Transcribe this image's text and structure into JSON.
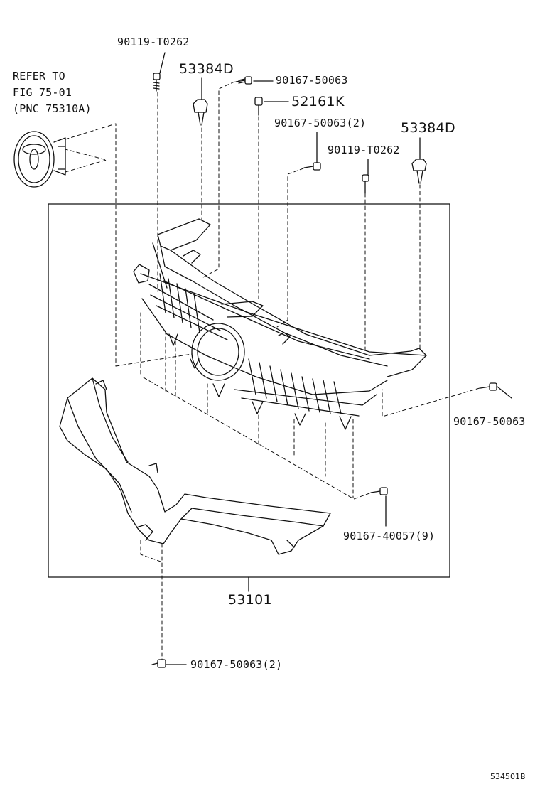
{
  "reference_note": {
    "line1": "REFER TO",
    "line2": "FIG 75-01",
    "line3": "(PNC 75310A)"
  },
  "parts": {
    "p_90119_top": "90119-T0262",
    "p_53384D_left": "53384D",
    "p_90167_top": "90167-50063",
    "p_52161K": "52161K",
    "p_90167_mid2": "90167-50063(2)",
    "p_53384D_right": "53384D",
    "p_90119_right": "90119-T0262",
    "p_90167_right": "90167-50063",
    "p_90167_40057": "90167-40057(9)",
    "p_53101": "53101",
    "p_90167_bottom": "90167-50063(2)"
  },
  "figure_code": "534501B",
  "colors": {
    "line": "#111111",
    "background": "#ffffff"
  }
}
